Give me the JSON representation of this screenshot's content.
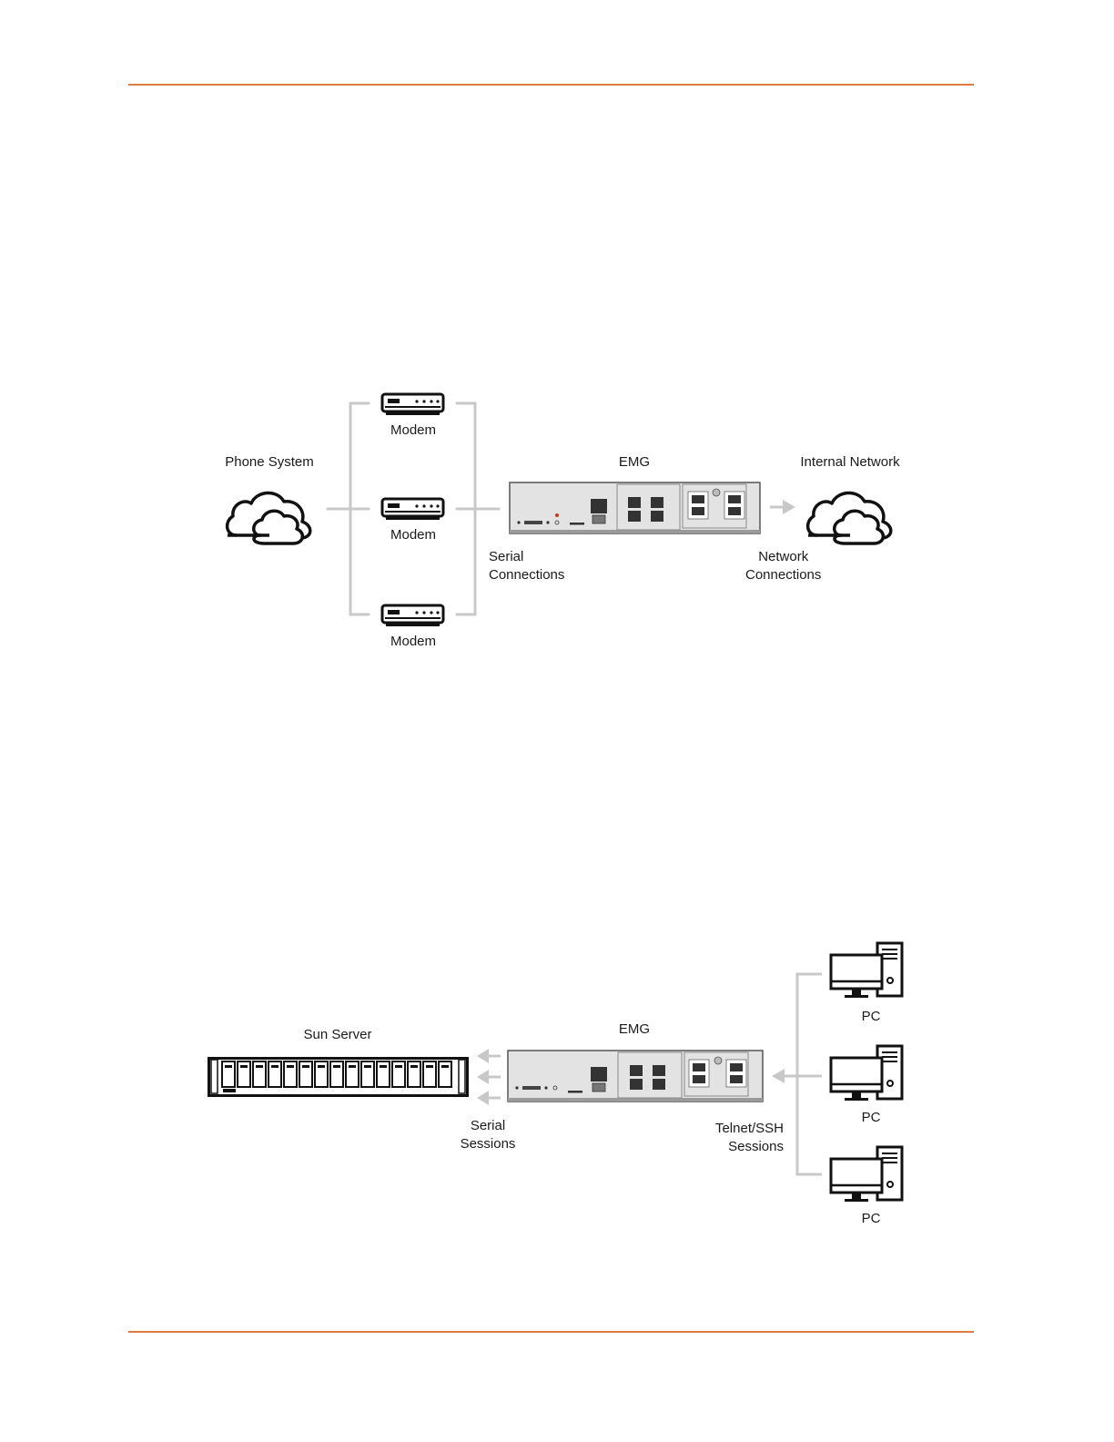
{
  "diagram1": {
    "phone_system": "Phone System",
    "modems": [
      "Modem",
      "Modem",
      "Modem"
    ],
    "emg": "EMG",
    "internal_network": "Internal Network",
    "serial_connections": [
      "Serial",
      "Connections"
    ],
    "network_connections": [
      "Network",
      "Connections"
    ]
  },
  "diagram2": {
    "sun_server": "Sun Server",
    "emg": "EMG",
    "pcs": [
      "PC",
      "PC",
      "PC"
    ],
    "serial_sessions": [
      "Serial",
      "Sessions"
    ],
    "telnet_sessions": [
      "Telnet/SSH",
      "Sessions"
    ]
  },
  "colors": {
    "accent_rule": "#e07b45",
    "connector": "#c8c8c8",
    "device_body": "#e3e3e3"
  },
  "icons": [
    "cloud-icon",
    "modem-icon",
    "emg-device",
    "rack-server-icon",
    "desktop-pc-icon",
    "arrow-icon"
  ]
}
